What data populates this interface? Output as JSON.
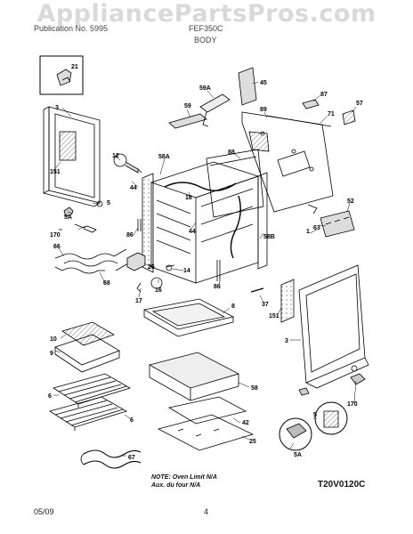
{
  "watermark": "AppliancePartsPros.com",
  "header": {
    "left": "Publication No. 5995",
    "center": "FEF350C",
    "section": "BODY"
  },
  "footer": {
    "date": "05/09",
    "page": "4"
  },
  "diagram_code": "T20V0120C",
  "note": {
    "line1": "NOTE: Oven Limit N/A",
    "line2": "Aux. du four N/A"
  },
  "callouts": {
    "p21": "21",
    "p3a": "3",
    "p151a": "151",
    "p5a": "5",
    "p5Aa": "5A",
    "p170a": "170",
    "p66": "66",
    "p68": "68",
    "p12": "12",
    "p44a": "44",
    "p58A": "58A",
    "p59": "59",
    "p59A": "59A",
    "p45": "45",
    "p89": "89",
    "p87": "87",
    "p71": "71",
    "p57": "57",
    "p88": "88",
    "p18": "18",
    "p44b": "44",
    "p86a": "86",
    "p26": "26",
    "p14": "14",
    "p16": "16",
    "p17": "17",
    "p86b": "86",
    "p58B": "58B",
    "p1": "1",
    "p63": "63",
    "p52": "52",
    "p37": "37",
    "p151b": "151",
    "p3b": "3",
    "p8": "8",
    "p10": "10",
    "p9": "9",
    "p6a": "6",
    "p6b": "6",
    "p42": "42",
    "p58": "58",
    "p25": "25",
    "p67": "67",
    "p5b": "5",
    "p5Ab": "5A",
    "p170b": "170"
  }
}
